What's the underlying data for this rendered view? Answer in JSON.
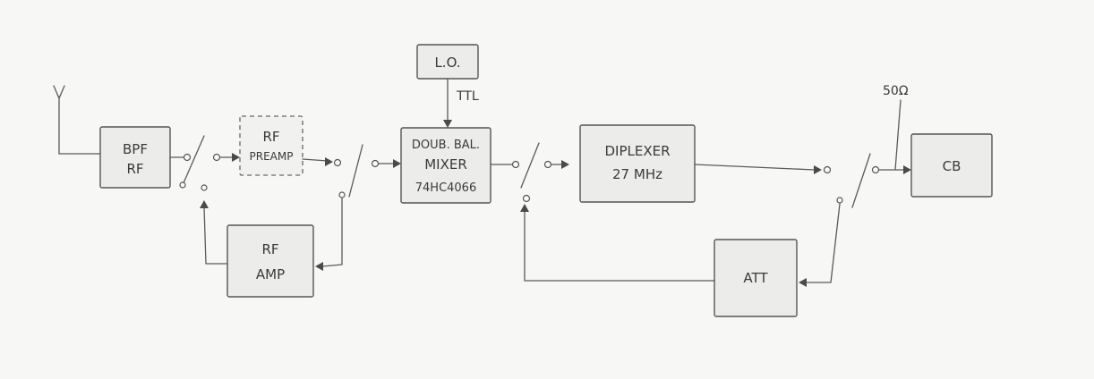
{
  "blocks": {
    "bpf": {
      "line1": "BPF",
      "line2": "RF"
    },
    "preamp": {
      "line1": "RF",
      "line2": "PREAMP"
    },
    "rf_amp": {
      "line1": "RF",
      "line2": "AMP"
    },
    "lo": {
      "label": "L.O."
    },
    "mixer": {
      "line1": "DOUB. BAL.",
      "line2": "MIXER",
      "line3": "74HC4066"
    },
    "diplexer": {
      "line1": "DIPLEXER",
      "line2": "27 MHz"
    },
    "att": {
      "label": "ATT"
    },
    "cb": {
      "label": "CB"
    }
  },
  "annotations": {
    "ttl": "TTL",
    "impedance": "50Ω"
  }
}
